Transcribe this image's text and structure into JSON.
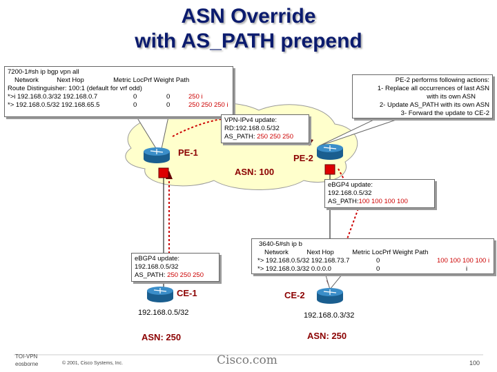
{
  "title": {
    "line1": "ASN Override",
    "line2": "with AS_PATH prepend"
  },
  "pe1_box": {
    "prompt": "7200-1#sh ip bgp vpn all",
    "header": "Network          Next Hop                Metric LocPrf Weight Path",
    "rd": "Route Distinguisher: 100:1 (default for vrf odd)",
    "row1_prefix": "*>i 192.168.0.3/32   192.168.0.7",
    "row1_metric": "0",
    "row1_locprf": "0",
    "row1_path": "250 i",
    "row2_prefix": "*> 192.168.0.5/32   192.168.65.5",
    "row2_metric": "0",
    "row2_locprf": "0",
    "row2_path": "250 250 250 i"
  },
  "pe2_box": {
    "l1": "PE-2 performs following actions:",
    "l2": "1- Replace all occurrences of last ASN",
    "l3": "with its own ASN",
    "l4": "2- Update AS_PATH with its own ASN",
    "l5": "3- Forward the update to CE-2"
  },
  "vpn_box": {
    "l1": "VPN-IPv4 update:",
    "l2": "RD:192.168.0.5/32",
    "l3_prefix": "AS_PATH: ",
    "l3_value": "250 250 250"
  },
  "ebgp_right": {
    "l1": "eBGP4 update:",
    "l2": "192.168.0.5/32",
    "l3_prefix": "AS_PATH:",
    "l3_value": "100 100 100 100"
  },
  "ebgp_left": {
    "l1": "eBGP4 update:",
    "l2": "192.168.0.5/32",
    "l3_prefix": "AS_PATH: ",
    "l3_value": "250 250 250"
  },
  "ce2_box": {
    "prompt": "3640-5#sh ip b",
    "header": "Network          Next Hop          Metric LocPrf Weight Path",
    "row1_prefix": "*> 192.168.0.5/32   192.168.73.7",
    "row1_metric": "0",
    "row1_path": "100 100 100 100 i",
    "row2_prefix": "*> 192.168.0.3/32   0.0.0.0",
    "row2_metric": "0",
    "row2_path": "i"
  },
  "labels": {
    "pe1": "PE-1",
    "pe2": "PE-2",
    "asn_core": "ASN: 100",
    "ce1": "CE-1",
    "ce2": "CE-2",
    "ce1_net": "192.168.0.5/32",
    "ce2_net": "192.168.0.3/32",
    "asn_left": "ASN: 250",
    "asn_right": "ASN: 250"
  },
  "footer": {
    "course1": "TOI-VPN",
    "course2": "eosborne",
    "copyright": "© 2001, Cisco Systems, Inc.",
    "logo": "Cisco.com",
    "page": "100"
  },
  "colors": {
    "title": "#0b1b6e",
    "cloud": "#ffffcc",
    "router": "#1f6fa8",
    "highlight": "#cc0000",
    "label": "#8b0000"
  }
}
